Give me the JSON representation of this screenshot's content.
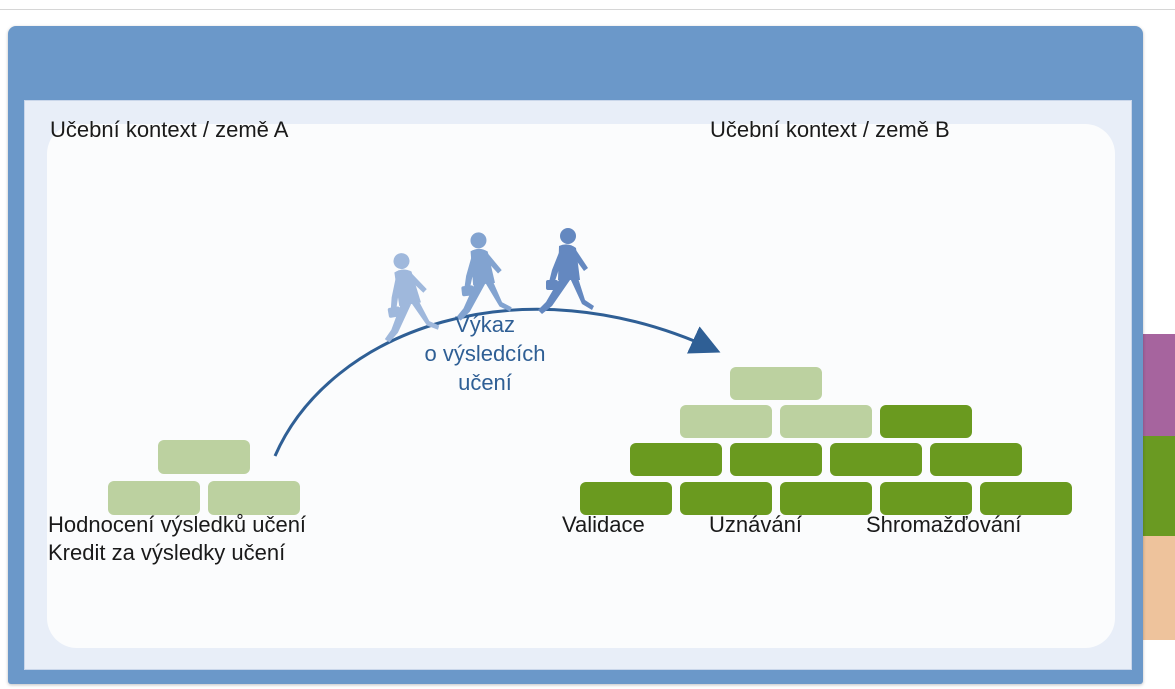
{
  "diagram": {
    "context_a_label": "Učební kontext / země A",
    "context_b_label": "Učební kontext / země B",
    "transcript": [
      "Výkaz",
      "o výsledcích",
      "učení"
    ],
    "left_labels": [
      "Hodnocení výsledků učení",
      "Kredit za výsledky učení"
    ],
    "right_labels": [
      "Validace",
      "Uznávání",
      "Shromažďování"
    ]
  },
  "colors": {
    "frame_blue": "#6b98c9",
    "brick_light": "#bcd1a0",
    "brick_dark": "#6a9a1f",
    "arrow_blue": "#2f5f95",
    "walker_light": "#9fb8dc",
    "walker_mid": "#82a3d0",
    "walker_dark": "#6488c0",
    "tab_purple": "#a6649e",
    "tab_green": "#6a9a22",
    "tab_peach": "#eec39c"
  },
  "icons": [
    "walking-person-icon"
  ]
}
